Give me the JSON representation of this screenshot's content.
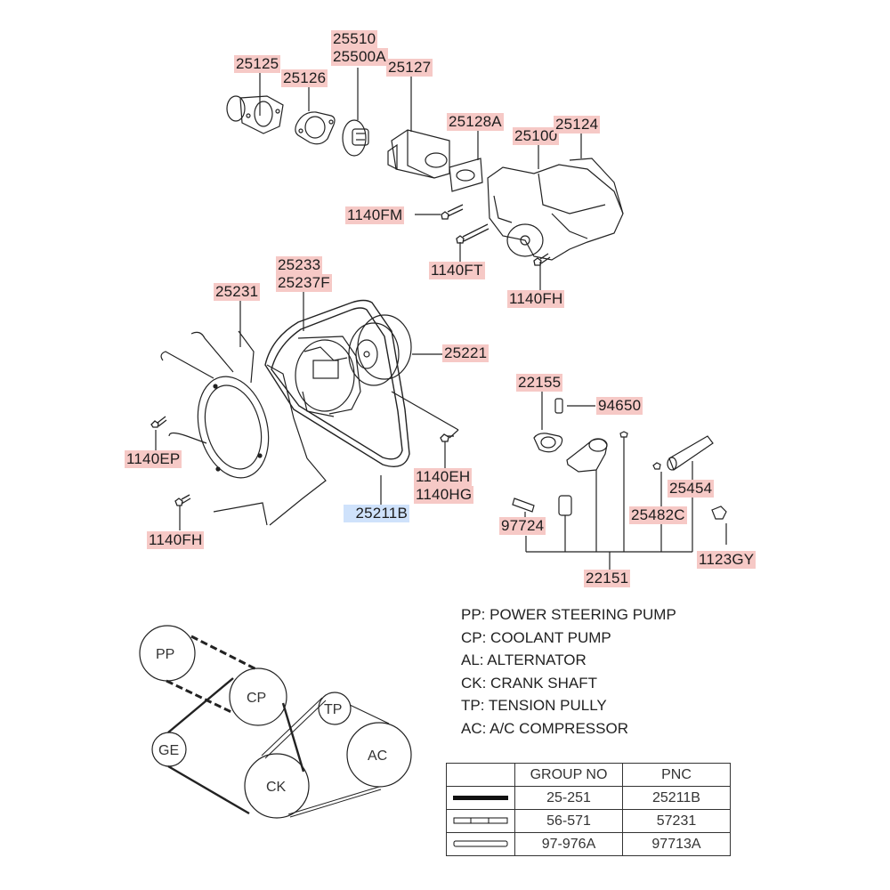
{
  "diagram": {
    "title": "Engine Cooling / Fan Belt Parts Diagram",
    "part_labels": [
      {
        "id": "p25125",
        "text": "25125"
      },
      {
        "id": "p25126",
        "text": "25126"
      },
      {
        "id": "p25510",
        "text": "25510"
      },
      {
        "id": "p25500A",
        "text": "25500A"
      },
      {
        "id": "p25127",
        "text": "25127"
      },
      {
        "id": "p25128A",
        "text": "25128A"
      },
      {
        "id": "p25100",
        "text": "25100"
      },
      {
        "id": "p25124",
        "text": "25124"
      },
      {
        "id": "p1140FM",
        "text": "1140FM"
      },
      {
        "id": "p1140FT",
        "text": "1140FT"
      },
      {
        "id": "p1140FH_top",
        "text": "1140FH"
      },
      {
        "id": "p25233",
        "text": "25233"
      },
      {
        "id": "p25237F",
        "text": "25237F"
      },
      {
        "id": "p25231",
        "text": "25231"
      },
      {
        "id": "p25221",
        "text": "25221"
      },
      {
        "id": "p1140EP",
        "text": "1140EP"
      },
      {
        "id": "p1140EH",
        "text": "1140EH"
      },
      {
        "id": "p1140HG",
        "text": "1140HG"
      },
      {
        "id": "p25211B",
        "text": "25211B",
        "selected": true
      },
      {
        "id": "p1140FH_bottom",
        "text": "1140FH"
      },
      {
        "id": "p22155",
        "text": "22155"
      },
      {
        "id": "p94650",
        "text": "94650"
      },
      {
        "id": "p25454",
        "text": "25454"
      },
      {
        "id": "p25482C",
        "text": "25482C"
      },
      {
        "id": "p97724",
        "text": "97724"
      },
      {
        "id": "p1123GY",
        "text": "1123GY"
      },
      {
        "id": "p22151",
        "text": "22151"
      }
    ],
    "colors": {
      "label_highlight": "#f6c9c6",
      "selected_highlight": "#cfe2fb"
    }
  },
  "belt_layout": {
    "pulleys": [
      "PP",
      "CP",
      "GE",
      "CK",
      "TP",
      "AC"
    ]
  },
  "legend": [
    "PP: POWER STEERING PUMP",
    "CP: COOLANT PUMP",
    "AL: ALTERNATOR",
    "CK: CRANK SHAFT",
    "TP: TENSION PULLY",
    "AC: A/C COMPRESSOR"
  ],
  "group_table": {
    "headers": [
      "",
      "GROUP NO",
      "PNC"
    ],
    "rows": [
      {
        "line_style": "solid-thick",
        "group_no": "25-251",
        "pnc": "25211B"
      },
      {
        "line_style": "dashed-double",
        "group_no": "56-571",
        "pnc": "57231"
      },
      {
        "line_style": "double-thin",
        "group_no": "97-976A",
        "pnc": "97713A"
      }
    ]
  }
}
